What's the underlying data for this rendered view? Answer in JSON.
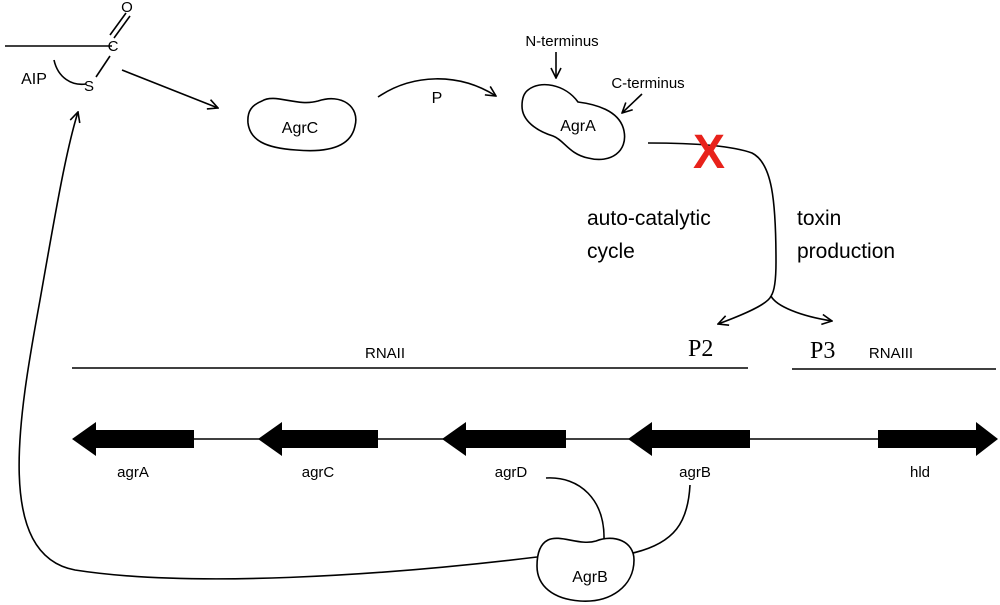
{
  "molecule": {
    "aip_label": "AIP",
    "c_label": "C",
    "o_label": "O",
    "s_label": "S"
  },
  "proteins": {
    "agrc": "AgrC",
    "agra": "AgrA",
    "agrb": "AgrB"
  },
  "annotations": {
    "phospho": "P",
    "n_terminus": "N-terminus",
    "c_terminus": "C-terminus",
    "blocked_mark": "X",
    "auto_line1": "auto-catalytic",
    "auto_line2": "cycle",
    "toxin_line1": "toxin",
    "toxin_line2": "production"
  },
  "promoters": {
    "p2": "P2",
    "p3": "P3"
  },
  "transcripts": {
    "rnaii": "RNAII",
    "rnaiii": "RNAIII"
  },
  "genes": [
    "agrA",
    "agrC",
    "agrD",
    "agrB",
    "hld"
  ],
  "colors": {
    "ink": "#000000",
    "block_mark": "#e8221b"
  }
}
